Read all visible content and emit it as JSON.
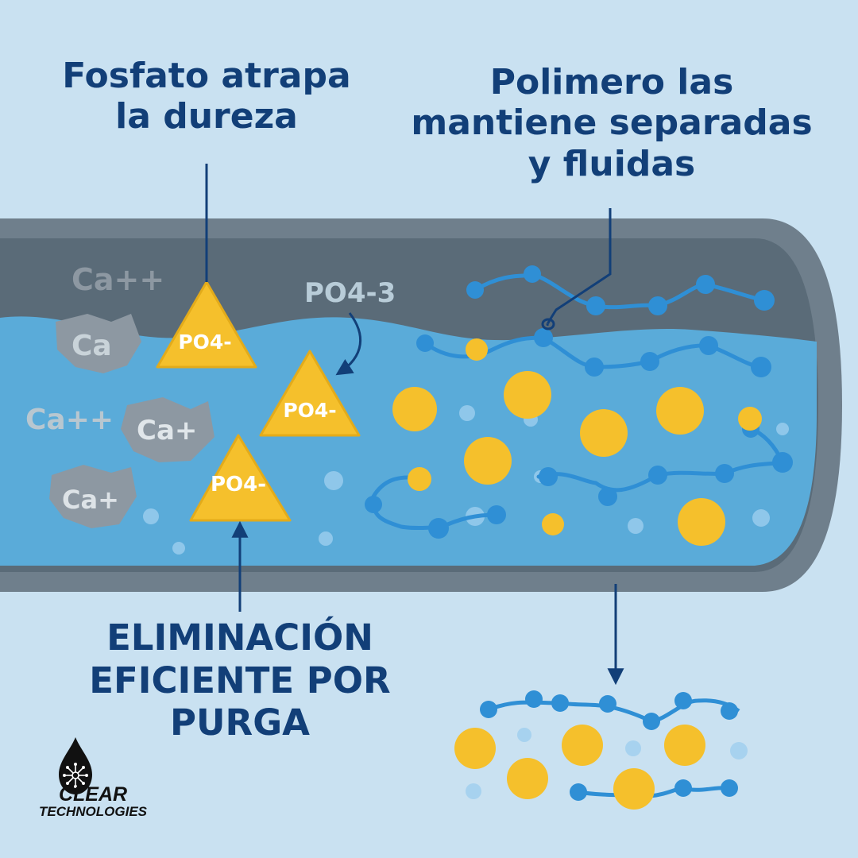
{
  "labels": {
    "phosphate_callout": [
      "Fosfato atrapa",
      "la dureza"
    ],
    "polymer_callout": [
      "Polimero las",
      "mantiene separadas",
      "y fluidas"
    ],
    "blowdown_callout": [
      "ELIMINACIÓN",
      "EFICIENTE POR",
      "PURGA"
    ]
  },
  "ions": {
    "ca_free": [
      "Ca++",
      "Ca++"
    ],
    "ca_cluster": [
      "Ca",
      "Ca+",
      "Ca+"
    ],
    "phosphate_free": "PO4-3",
    "phosphate_bound": [
      "PO4-",
      "PO4-",
      "PO4-"
    ]
  },
  "brand": {
    "name": "CLEAR",
    "subtitle": "TECHNOLOGIES",
    "logo_icon": "water-drop-network-icon"
  },
  "colors": {
    "background": "#c9e1f1",
    "pipe_wall": "#6f7f8c",
    "pipe_deposit": "#5a6b78",
    "water": "#5aabd9",
    "phosphate": "#f5c02c",
    "polymer": "#2f8fd5",
    "calcium": "#8d98a2",
    "text": "#123f78"
  }
}
